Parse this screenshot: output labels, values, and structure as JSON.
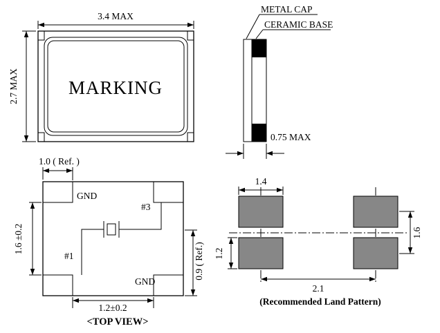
{
  "drawing": {
    "package_top": {
      "width_dim": "3.4 MAX",
      "height_dim": "2.7 MAX",
      "marking_text": "MARKING"
    },
    "side_view": {
      "metal_cap_label": "METAL CAP",
      "ceramic_base_label": "CERAMIC BASE",
      "thickness_dim": "0.75 MAX"
    },
    "top_view": {
      "gnd_top_label": "GND",
      "pad3_label": "#3",
      "pad1_label": "#1",
      "gnd_bottom_label": "GND",
      "pad_width_dim": "1.0 ( Ref. )",
      "left_dim": "1.6 ±0.2",
      "right_dim": "0.9 ( Ref.)",
      "bottom_dim": "1.2±0.2",
      "caption": "<TOP VIEW>"
    },
    "land_pattern": {
      "pad_width_dim": "1.4",
      "pad_height_dim": "1.2",
      "row_pitch_dim": "1.6",
      "col_pitch_dim": "2.1",
      "caption": "(Recommended Land Pattern)",
      "pad_color": "#878787"
    }
  }
}
